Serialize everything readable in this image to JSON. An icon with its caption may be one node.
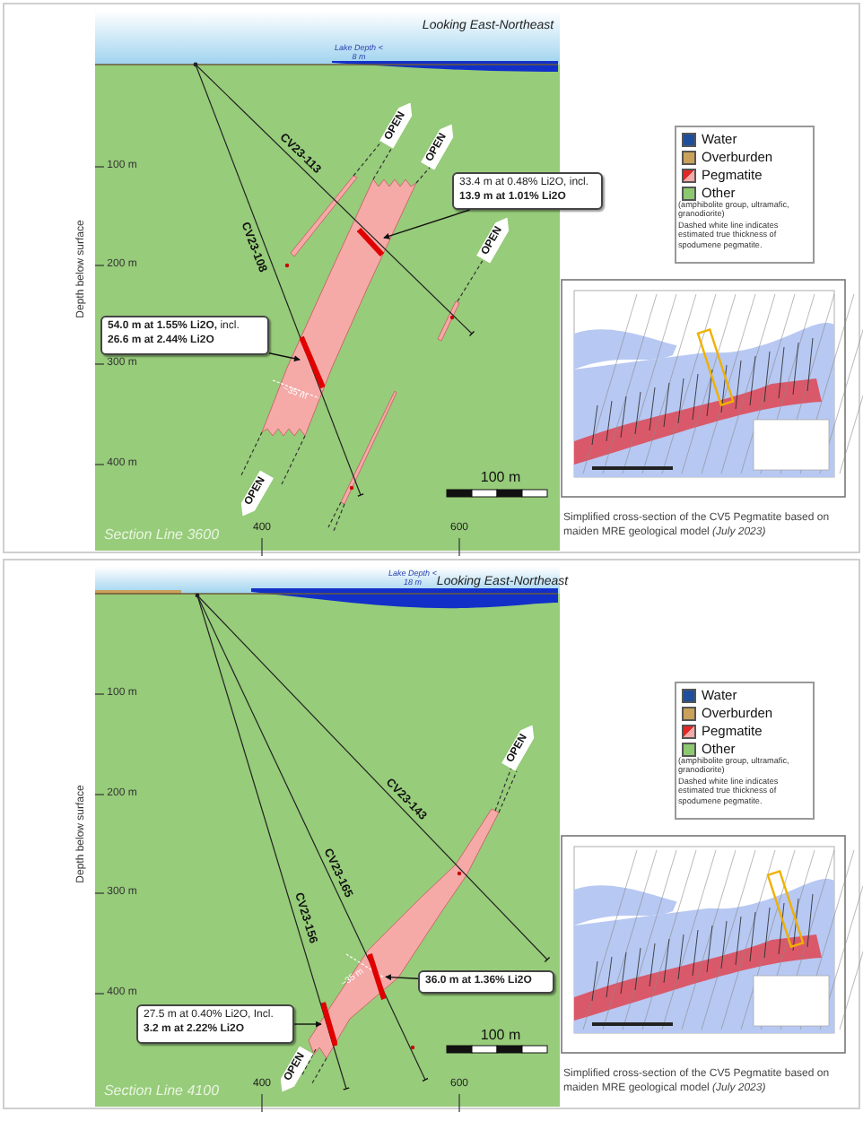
{
  "diagram": {
    "nodes": [
      {
        "text": [
          "33.4 m at 0.48% Li2O, incl. **13.9 m at 1.01% Li2O**"
        ]
      },
      {
        "text": [],
        "shape": "bar"
      },
      {
        "text": [
          "**54.0 m at 1.55% Li2O,** incl. **26.6 m at 2.44% Li2O**"
        ]
      },
      {
        "text": [],
        "shape": "bar"
      },
      {
        "text": [
          "36.0 m at 1.36% Li2O"
        ]
      },
      {
        "text": [],
        "shape": "bar"
      },
      {
        "text": [
          "27.5 m at 0.40% Li2O, Incl. **3.2 m at 2.22% Li2O**"
        ]
      },
      {
        "text": [],
        "shape": "bar"
      }
    ],
    "edges": [
      {
        "from": 0,
        "to": 1,
        "arrow": "to"
      },
      {
        "from": 2,
        "to": 3,
        "arrow": "to"
      },
      {
        "from": 4,
        "to": 5,
        "arrow": "to"
      },
      {
        "from": 6,
        "to": 7,
        "arrow": "to"
      }
    ],
    "labels": [
      "Looking East-Northeast",
      "Lake Depth < 8 m",
      "100 m",
      "200 m",
      "300 m",
      "400 m",
      "Depth below surface",
      "CV23-113",
      "CV23-108",
      "OPEN",
      "OPEN",
      "OPEN",
      "~35 m",
      "OPEN",
      "100 m",
      "Section Line 3600",
      "400",
      "600",
      "(amphibolite group, ultramafic, granodiorite)",
      "Dashed white line indicates estimated true thickness of spodumene pegmatite.",
      "Simplified cross-section of the CV5 Pegmatite based on maiden MRE geological model *(July 2023)*",
      "Lake Depth < 18 m",
      "Looking East-Northeast",
      "100 m",
      "200 m",
      "300 m",
      "400 m",
      "Depth below surface",
      "CV23-143",
      "CV23-165",
      "CV23-156",
      "OPEN",
      "~35 m",
      "OPEN",
      "100 m",
      "Section Line 4100",
      "400",
      "600",
      "(amphibolite group, ultramafic, granodiorite)",
      "Dashed white line indicates estimated true thickness of spodumene pegmatite.",
      "Simplified cross-section of the CV5 Pegmatite based on maiden MRE geological model *(July 2023)*"
    ],
    "legend": [
      {
        "text": "Water",
        "color": "#1f4e9c"
      },
      {
        "text": "Overburden",
        "color": "#c9a15a"
      },
      {
        "text": "Pegmatite",
        "color": "#e02828"
      },
      {
        "text": "Other",
        "color": "#8cc870"
      },
      {
        "text": "Water",
        "color": "#1f4e9c"
      },
      {
        "text": "Overburden",
        "color": "#c9a15a"
      },
      {
        "text": "Pegmatite",
        "color": "#e02828"
      },
      {
        "text": "Other",
        "color": "#8cc870"
      }
    ]
  }
}
